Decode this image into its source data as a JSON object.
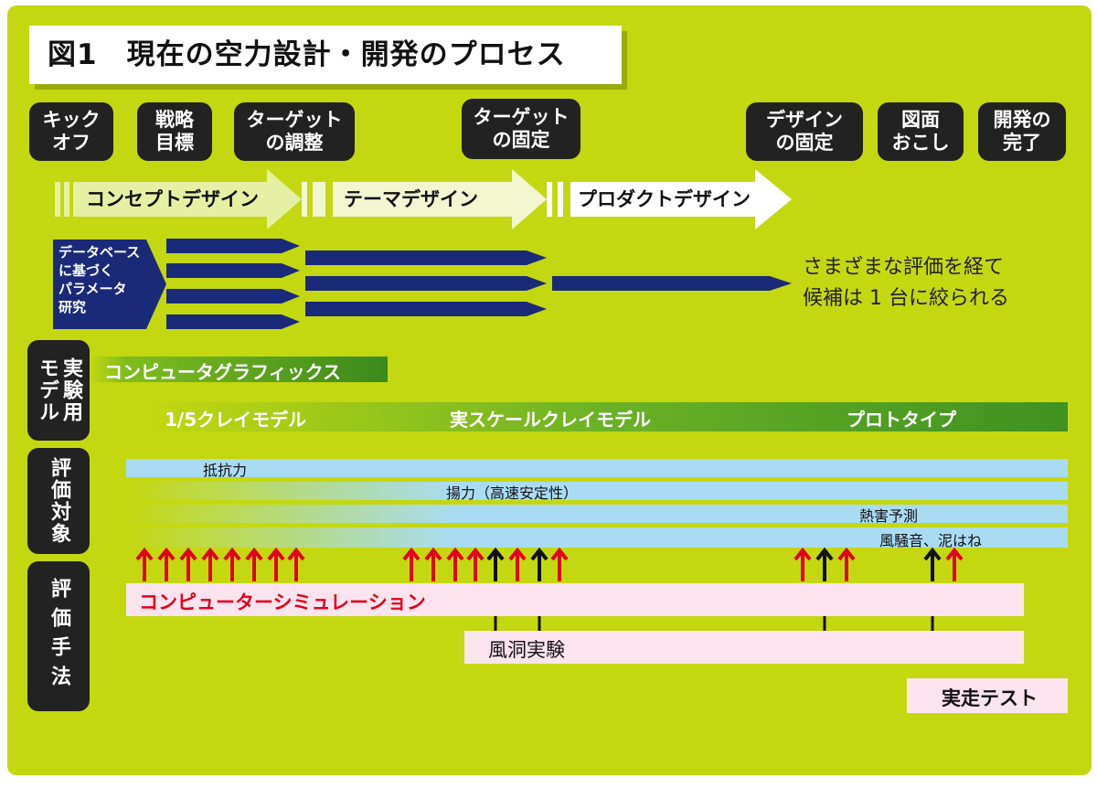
{
  "title": "図1　現在の空力設計・開発のプロセス",
  "milestones": [
    {
      "label": "キック\nオフ"
    },
    {
      "label": "戦略\n目標"
    },
    {
      "label": "ターゲット\nの調整"
    },
    {
      "label": "ターゲット\nの固定"
    },
    {
      "label": "デザイン\nの固定"
    },
    {
      "label": "図面\nおこし"
    },
    {
      "label": "開発の\n完了"
    }
  ],
  "phases": [
    {
      "label": "コンセプトデザイン"
    },
    {
      "label": "テーマデザイン"
    },
    {
      "label": "プロダクトデザイン"
    }
  ],
  "parameter_study": "データベース\nに基づく\nパラメータ\n研究",
  "note": "さまざまな評価を経て\n候補は 1 台に絞られる",
  "categories": {
    "model": "実験用モデル",
    "model_line1": "実験用",
    "model_line2": "モデル",
    "target": "評価対象",
    "method": "評価手法"
  },
  "models": {
    "cg": "コンピュータグラフィックス",
    "clay_small": "1/5クレイモデル",
    "clay_full": "実スケールクレイモデル",
    "prototype": "プロトタイプ"
  },
  "targets": [
    {
      "label": "抵抗力"
    },
    {
      "label": "揚力（高速安定性）"
    },
    {
      "label": "熱害予測"
    },
    {
      "label": "風騒音、泥はね"
    }
  ],
  "methods": {
    "cae": "コンピューターシミュレーション",
    "wind_tunnel": "風洞実験",
    "road_test": "実走テスト"
  },
  "colors": {
    "background": "#c3d810",
    "milestone": "#222222",
    "navy": "#1b2a78",
    "red_arrow": "#e2001a",
    "target_bar": "#a9dcf3",
    "method_box": "#fbe4ee",
    "cae_text": "#e2001a",
    "model_green": "#3a8a1c"
  }
}
